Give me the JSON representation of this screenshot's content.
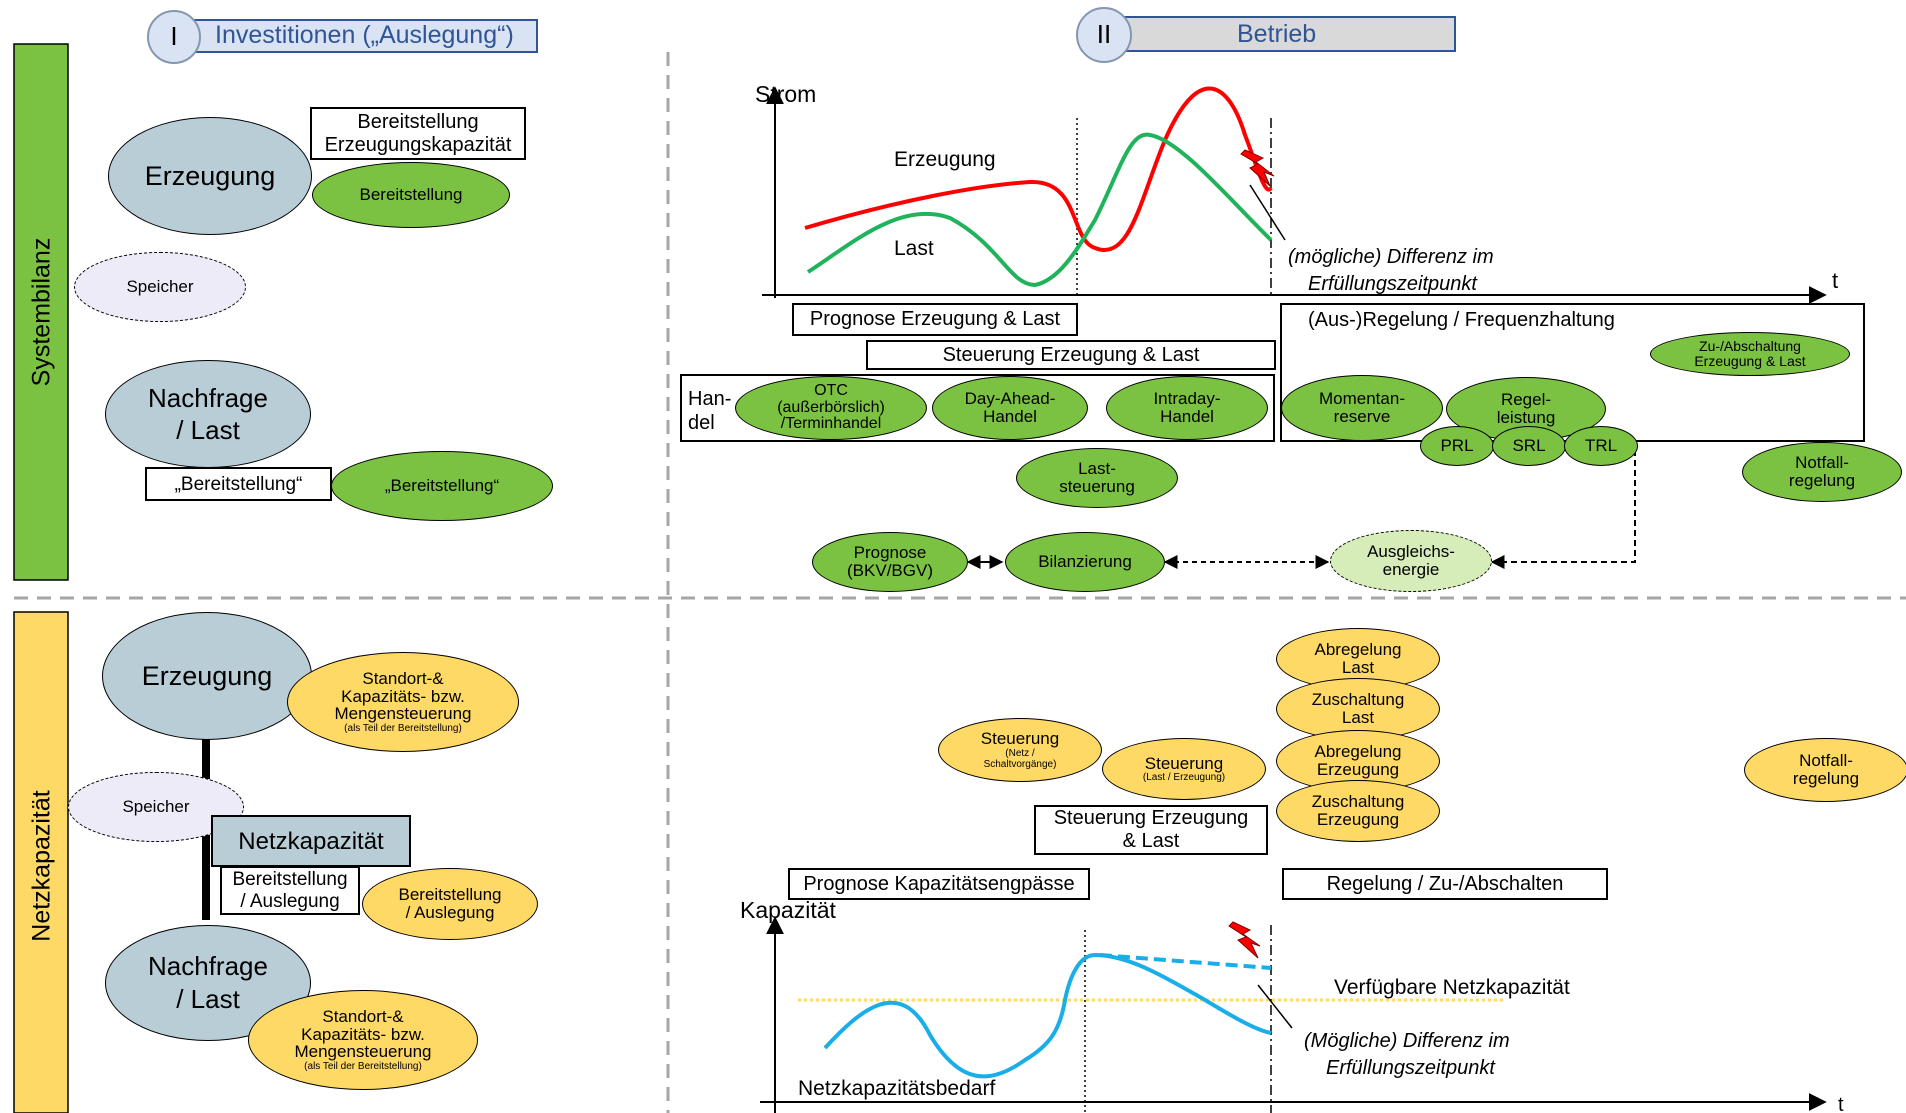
{
  "header_investitionen": {
    "numeral": "I",
    "title": "Investitionen („Auslegung“)"
  },
  "header_betrieb": {
    "numeral": "II",
    "title": "Betrieb"
  },
  "row_labels": {
    "systembilanz": "Systembilanz",
    "netzkapazitaet": "Netzkapazität"
  },
  "sb_invest": {
    "erzeugung": "Erzeugung",
    "bereitstellung_box": [
      "Bereitstellung",
      "Erzeugungskapazität"
    ],
    "bereitstellung": "Bereitstellung",
    "speicher": "Speicher",
    "nachfrage": [
      "Nachfrage",
      "/ Last"
    ],
    "bereitstellung_q_box": "„Bereitstellung“",
    "bereitstellung_q": "„Bereitstellung“"
  },
  "sb_betrieb": {
    "strom": "Strom",
    "t": "t",
    "erzeugung": "Erzeugung",
    "last": "Last",
    "differenz": [
      "(mögliche) Differenz im",
      "Erfüllungszeitpunkt"
    ],
    "prognose_box": "Prognose Erzeugung & Last",
    "steuerung_box": "Steuerung Erzeugung & Last",
    "regelung_box": "(Aus-)Regelung / Frequenzhaltung",
    "handel": [
      "Han-",
      "del"
    ],
    "otc": [
      "OTC",
      "(außerbörslich)",
      "/Terminhandel"
    ],
    "dayahead": [
      "Day-Ahead-",
      "Handel"
    ],
    "intraday": [
      "Intraday-",
      "Handel"
    ],
    "momentan": [
      "Momentan-",
      "reserve"
    ],
    "regel": [
      "Regel-",
      "leistung"
    ],
    "prl": "PRL",
    "srl": "SRL",
    "trl": "TRL",
    "zuab": [
      "Zu-/Abschaltung",
      "Erzeugung & Last"
    ],
    "notfall": [
      "Notfall-",
      "regelung"
    ],
    "laststeuerung": [
      "Last-",
      "steuerung"
    ],
    "prognose_bkv": [
      "Prognose",
      "(BKV/BGV)"
    ],
    "bilanzierung": "Bilanzierung",
    "ausgleich": [
      "Ausgleichs-",
      "energie"
    ]
  },
  "nk_invest": {
    "erzeugung": "Erzeugung",
    "standort1": [
      "Standort-&",
      "Kapazitäts- bzw.",
      "Mengensteuerung",
      "(als Teil der Bereitstellung)"
    ],
    "speicher": "Speicher",
    "netzkapazitaet": "Netzkapazität",
    "bereitstellung_box": [
      "Bereitstellung",
      "/ Auslegung"
    ],
    "bereitstellung_el": [
      "Bereitstellung",
      "/ Auslegung"
    ],
    "nachfrage": [
      "Nachfrage",
      "/ Last"
    ],
    "standort2": [
      "Standort-&",
      "Kapazitäts- bzw.",
      "Mengensteuerung",
      "(als Teil der Bereitstellung)"
    ]
  },
  "nk_betrieb": {
    "steuerung1": [
      "Steuerung",
      "(Netz /",
      "Schaltvorgänge)"
    ],
    "steuerung2": [
      "Steuerung",
      "(Last / Erzeugung)"
    ],
    "abregelung_last": [
      "Abregelung",
      "Last"
    ],
    "zuschaltung_last": [
      "Zuschaltung",
      "Last"
    ],
    "abregelung_erz": [
      "Abregelung",
      "Erzeugung"
    ],
    "zuschaltung_erz": [
      "Zuschaltung",
      "Erzeugung"
    ],
    "notfall": [
      "Notfall-",
      "regelung"
    ],
    "steuerung_box": [
      "Steuerung Erzeugung",
      "& Last"
    ],
    "prognose_box": "Prognose Kapazitätsengpässe",
    "regelung_box": "Regelung / Zu-/Abschalten",
    "kapazitaet": "Kapazität",
    "t": "t",
    "verfuegbar": "Verfügbare Netzkapazität",
    "differenz": [
      "(Mögliche) Differenz im",
      "Erfüllungszeitpunkt"
    ],
    "bedarf": "Netzkapazitätsbedarf"
  },
  "colors": {
    "green": "#7cc242",
    "yellow": "#ffd966",
    "blue_gray": "#b8cdd6",
    "header_blue": "#dae3f3",
    "header_gray": "#d9d9d9",
    "border_blue": "#2f5597",
    "erzeugung_line": "#ff0000",
    "last_line": "#21b35b",
    "kapazitaet_line": "#19aee8",
    "verfuegbar_line": "#ffd966"
  }
}
